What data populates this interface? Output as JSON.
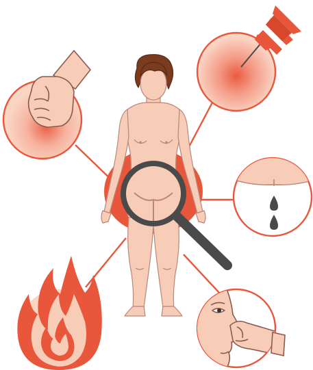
{
  "illustration": {
    "subject": "female-figure-with-magnifier",
    "symptoms": [
      {
        "id": "pressing-pain",
        "icon": "fist-pressing-icon"
      },
      {
        "id": "pinprick-pain",
        "icon": "push-pin-icon"
      },
      {
        "id": "discharge",
        "icon": "droplets-icon"
      },
      {
        "id": "burning",
        "icon": "flame-icon"
      },
      {
        "id": "odor",
        "icon": "nose-pinching-icon"
      }
    ]
  },
  "colors": {
    "accent": "#e8573c",
    "accent_light": "#f2866f",
    "skin": "#f7cdb8",
    "skin_line": "#b8867a",
    "hair": "#7a3b1e",
    "circle_fill": "#fbd5c4",
    "magnifier": "#4a4a4a",
    "drop": "#4a4a4a"
  }
}
